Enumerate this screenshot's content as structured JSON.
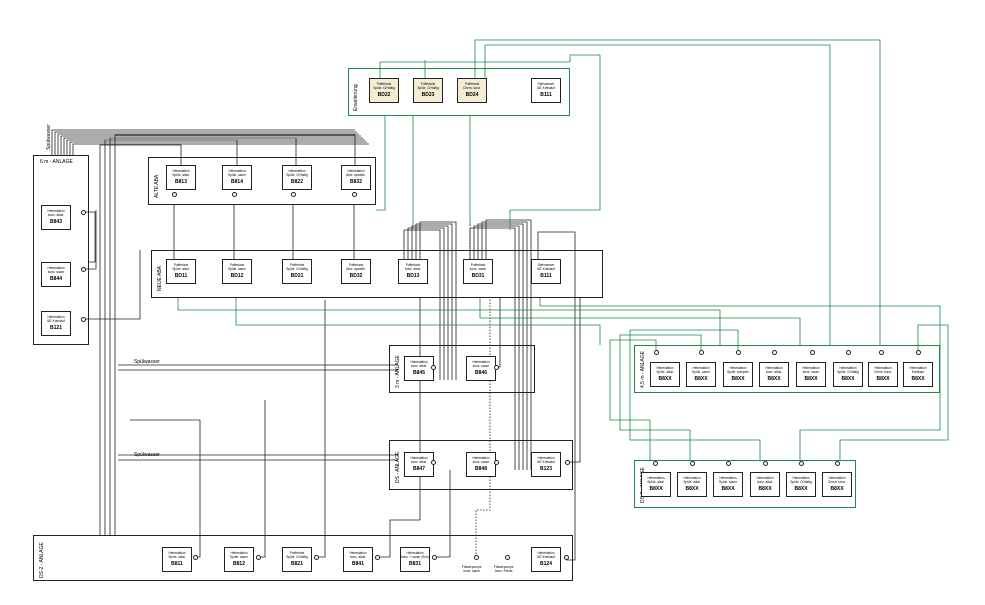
{
  "groups": {
    "erweiterung": "Erweiterung",
    "anlage6m": "6 m - ANLAGE",
    "alteaba": "ALTE ABA",
    "neueaba": "NEUE ABA",
    "anlage3m": "3 m - ANLAGE",
    "anlageds": "DS - ANLAGE",
    "anlageds2": "DS-2 - ANLAGE",
    "anlage45m": "4,5 m - ANLAGE",
    "anlageds3": "DS-3 - ANLAGE",
    "spuelwasser1": "Spülwasser",
    "spuelwasser2": "Spülwasser",
    "spuelwasser3": "Spülwasser"
  },
  "erweiterung_nodes": [
    {
      "text": "Puffertank\nSpüle. CrHaltig",
      "id": "BD22"
    },
    {
      "text": "Puffertank\nSpüle. CrHaltig",
      "id": "BD23"
    },
    {
      "text": "Puffertank\nChem. konz.",
      "id": "BD24"
    },
    {
      "text": "Stehwasser\nIAT-Kreislauf",
      "id": "B111"
    }
  ],
  "anlage6m_nodes": [
    {
      "text": "Hebestation\nkonz. alkal.",
      "id": "B843"
    },
    {
      "text": "Hebestation\nkonz. sauer",
      "id": "B844"
    },
    {
      "text": "Hebestation\nIAT-Kreislauf",
      "id": "B121"
    }
  ],
  "alteaba_nodes": [
    {
      "text": "Hebestation\nSpüle. alkal.",
      "id": "B813"
    },
    {
      "text": "Hebestation\nSpüle. sauer",
      "id": "B814"
    },
    {
      "text": "Hebestation\nSpüle. CrHaltig",
      "id": "B822"
    },
    {
      "text": "Hebestation\nAbw. cyanidh.",
      "id": "B832"
    }
  ],
  "neueaba_nodes": [
    {
      "text": "Puffertank\nSpüle. alkal.",
      "id": "BD11"
    },
    {
      "text": "Puffertank\nSpüle. sauer",
      "id": "BD12"
    },
    {
      "text": "Puffertank\nSpüle. CrHaltig",
      "id": "BD21"
    },
    {
      "text": "Puffertank\nAbw. cyanidh.",
      "id": "BD32"
    },
    {
      "text": "Puffertank\nkonz. alkal.",
      "id": "BD13"
    },
    {
      "text": "Puffertank\nkonz. sauer",
      "id": "BD31"
    },
    {
      "text": "Stehwasser\nIAT-Kreislauf",
      "id": "B111"
    }
  ],
  "anlage3m_nodes": [
    {
      "text": "Hebestation\nkonz. alkal.",
      "id": "B845"
    },
    {
      "text": "Hebestation\nkonz. sauer",
      "id": "B846"
    }
  ],
  "anlageds_nodes": [
    {
      "text": "Hebestation\nkonz. alkal.",
      "id": "B847"
    },
    {
      "text": "Hebestation\nkonz. sauer",
      "id": "B848"
    },
    {
      "text": "Hebestation\nIAT-Kreislauf",
      "id": "B123"
    }
  ],
  "anlageds2_nodes": [
    {
      "text": "Hebestation\nSpüle. alkal.",
      "id": "B811"
    },
    {
      "text": "Hebestation\nSpüle. sauer",
      "id": "B812"
    },
    {
      "text": "Puffertank\nSpüle. CrHaltig",
      "id": "B821"
    },
    {
      "text": "Hebestation\nkonz. alkal.",
      "id": "B841"
    },
    {
      "text": "Hebestation\nkonz. + sauer (Sch)",
      "id": "B831"
    },
    {
      "text": "Hebestation\nIAT-Kreislauf",
      "id": "B124"
    }
  ],
  "anlageds2_pumps": [
    "Fässerpumpe\nkonz. sauer",
    "Fässerpumpe\nkonz. Feeds"
  ],
  "anlage45m_nodes": [
    {
      "text": "Hebestation\nSpüle. alkal.",
      "id": "B8XX"
    },
    {
      "text": "Hebestation\nSpüle. sauer",
      "id": "B8XX"
    },
    {
      "text": "Hebestation\nSpüle. komplex",
      "id": "B8XX"
    },
    {
      "text": "Hebestation\nkonz. alkal.",
      "id": "B8XX"
    },
    {
      "text": "Hebestation\nkonz. sauer",
      "id": "B8XX"
    },
    {
      "text": "Hebestation\nSpüle. CrHaltig",
      "id": "B8XX"
    },
    {
      "text": "Hebestation\nChem. konz.",
      "id": "B8XX"
    },
    {
      "text": "Hebestation\nKreislauf",
      "id": "B8XX"
    }
  ],
  "anlageds3_nodes": [
    {
      "text": "Hebestation\nSpüle. alkal.",
      "id": "B8XX"
    },
    {
      "text": "Hebestation\nSpüle. alkal.",
      "id": "B8XX"
    },
    {
      "text": "Hebestation\nSpüle. sauer",
      "id": "B8XX"
    },
    {
      "text": "Hebestation\nkonz. alkal.",
      "id": "B8XX"
    },
    {
      "text": "Hebestation\nSpüle. CrHaltig",
      "id": "B8XX"
    },
    {
      "text": "Hebestation\nChem. konz.",
      "id": "B8XX"
    }
  ],
  "colors": {
    "black_line": "#222222",
    "green_line": "#1a8a4a",
    "highlight": "#f4edd3"
  }
}
